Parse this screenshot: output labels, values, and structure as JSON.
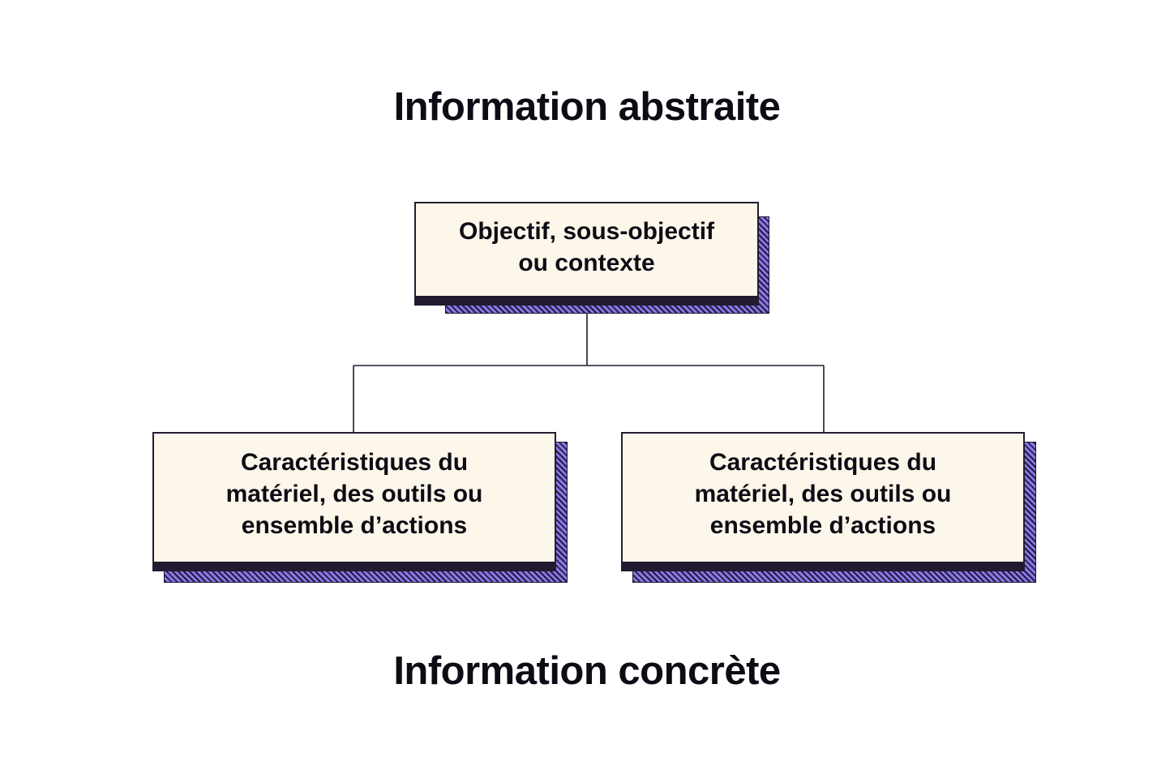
{
  "titles": {
    "top": "Information abstraite",
    "bottom": "Information concrète"
  },
  "nodes": {
    "top": {
      "label": "Objectif, sous-objectif\nou contexte"
    },
    "left": {
      "label": "Caractéristiques du\nmatériel, des outils ou\nensemble d’actions"
    },
    "right": {
      "label": "Caractéristiques du\nmatériel, des outils ou\nensemble d’actions"
    }
  },
  "colors": {
    "card_fill": "#fdf6ea",
    "card_border": "#231b33",
    "shadow_hatch": "#8a77e6",
    "line": "#231b33",
    "text": "#0d0b14"
  }
}
